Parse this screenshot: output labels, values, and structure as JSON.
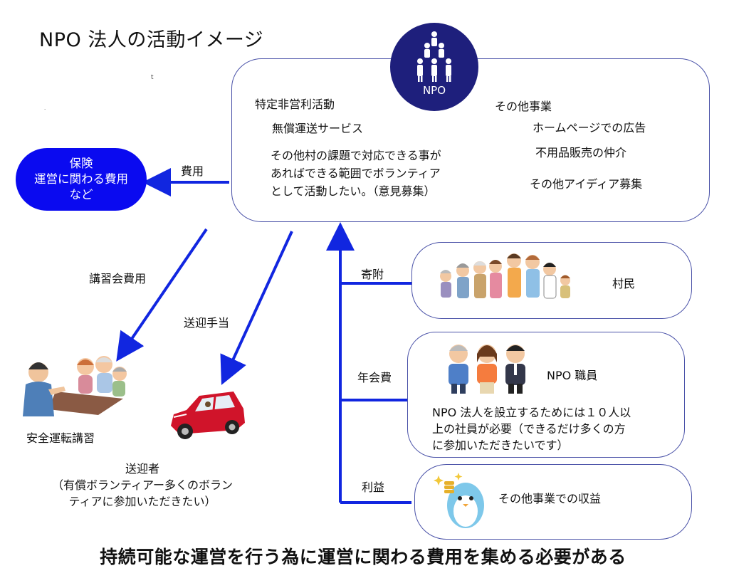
{
  "title": "NPO 法人の活動イメージ",
  "stray_marks": [
    "t",
    "·"
  ],
  "npo_logo": {
    "label": "NPO",
    "icon": "people-pyramid-icon",
    "color": "#1e1f7c"
  },
  "main_box": {
    "specific_activities": {
      "heading": "特定非営利活動",
      "item1": "無償運送サービス",
      "item2_lines": [
        "その他村の課題で対応できる事が",
        "あればできる範囲でボランティア",
        "として活動したい。（意見募集）"
      ]
    },
    "other_business": {
      "heading": "その他事業",
      "items": [
        "ホームページでの広告",
        "不用品販売の仲介",
        "その他アイディア募集"
      ]
    }
  },
  "insurance_pill": {
    "lines": [
      "保険",
      "運営に関わる費用",
      "など"
    ],
    "color": "#0a0af0"
  },
  "arrow_labels": {
    "cost": "費用",
    "seminar_cost": "講習会費用",
    "transport_allowance": "送迎手当",
    "donation": "寄附",
    "annual_fee": "年会費",
    "profit": "利益"
  },
  "safety_course": {
    "label": "安全運転講習",
    "icon": "elderly-people-icon"
  },
  "driver": {
    "label_lines": [
      "送迎者",
      "（有償ボランティアー多くのボラン",
      "ティアに参加いただきたい）"
    ],
    "icon": "red-car-icon"
  },
  "villagers_box": {
    "label": "村民",
    "icon": "villagers-group-icon"
  },
  "staff_box": {
    "label": "NPO 職員",
    "icon": "staff-people-icon",
    "desc_lines": [
      "NPO 法人を設立するためには１０人以",
      "上の社員が必要（できるだけ多くの方",
      "に参加いただきたいです）"
    ]
  },
  "revenue_box": {
    "label": "その他事業での収益",
    "icon": "penguin-coins-icon"
  },
  "bottom_text": "持続可能な運営を行う為に運営に関わる費用を集める必要がある",
  "colors": {
    "arrow": "#1126e0",
    "box_border": "#4a52a8"
  }
}
